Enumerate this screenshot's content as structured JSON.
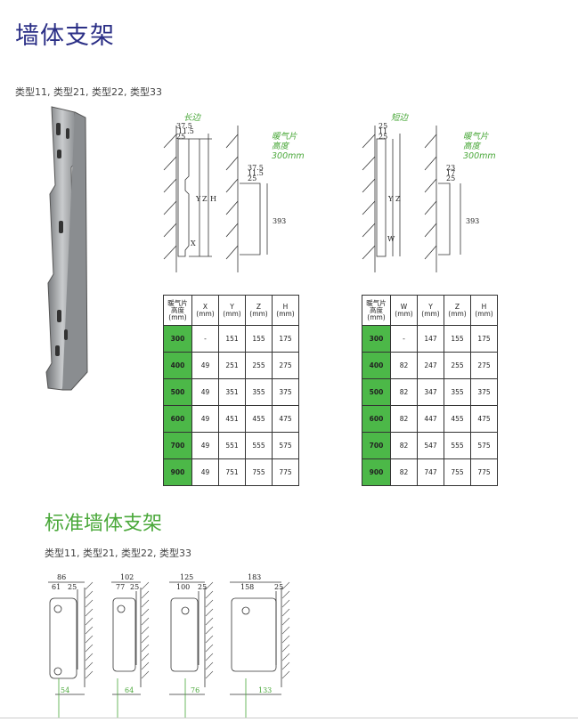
{
  "title": "墙体支架",
  "types_line": "类型11, 类型21, 类型22, 类型33",
  "left_diagram": {
    "label": "长边",
    "side_note": [
      "暖气片",
      "高度",
      "300mm"
    ],
    "dims_a": [
      "37.5",
      "11.5",
      "25"
    ],
    "dims_b": [
      "37.5",
      "11.5",
      "25"
    ],
    "axis": [
      "Y",
      "Z",
      "H",
      "X"
    ],
    "height_val": "393"
  },
  "right_diagram": {
    "label": "短边",
    "side_note": [
      "暖气片",
      "高度",
      "300mm"
    ],
    "dims_a": [
      "25",
      "11",
      "25"
    ],
    "dims_b": [
      "23",
      "17",
      "25"
    ],
    "axis": [
      "Y",
      "Z",
      "W"
    ],
    "height_val": "393"
  },
  "table_left": {
    "headers": [
      "暖气片\n高度\n(mm)",
      "X\n(mm)",
      "Y\n(mm)",
      "Z\n(mm)",
      "H\n(mm)"
    ],
    "rows": [
      [
        "300",
        "-",
        "151",
        "155",
        "175"
      ],
      [
        "400",
        "49",
        "251",
        "255",
        "275"
      ],
      [
        "500",
        "49",
        "351",
        "355",
        "375"
      ],
      [
        "600",
        "49",
        "451",
        "455",
        "475"
      ],
      [
        "700",
        "49",
        "551",
        "555",
        "575"
      ],
      [
        "900",
        "49",
        "751",
        "755",
        "775"
      ]
    ]
  },
  "table_right": {
    "headers": [
      "暖气片\n高度\n(mm)",
      "W\n(mm)",
      "Y\n(mm)",
      "Z\n(mm)",
      "H\n(mm)"
    ],
    "rows": [
      [
        "300",
        "-",
        "147",
        "155",
        "175"
      ],
      [
        "400",
        "82",
        "247",
        "255",
        "275"
      ],
      [
        "500",
        "82",
        "347",
        "355",
        "375"
      ],
      [
        "600",
        "82",
        "447",
        "455",
        "475"
      ],
      [
        "700",
        "82",
        "547",
        "555",
        "575"
      ],
      [
        "900",
        "82",
        "747",
        "755",
        "775"
      ]
    ]
  },
  "title2": "标准墙体支架",
  "types_line2": "类型11, 类型21, 类型22, 类型33",
  "brackets": [
    {
      "top": "86",
      "sub": [
        "61",
        "25"
      ],
      "bottom": "54"
    },
    {
      "top": "102",
      "sub": [
        "77",
        "25"
      ],
      "bottom": "64"
    },
    {
      "top": "125",
      "sub": [
        "100",
        "25"
      ],
      "bottom": "76"
    },
    {
      "top": "183",
      "sub": [
        "158",
        "25"
      ],
      "bottom": "133"
    }
  ],
  "colors": {
    "title": "#2b2f86",
    "accent_green": "#4aa83a",
    "cell_green": "#4cb848"
  }
}
